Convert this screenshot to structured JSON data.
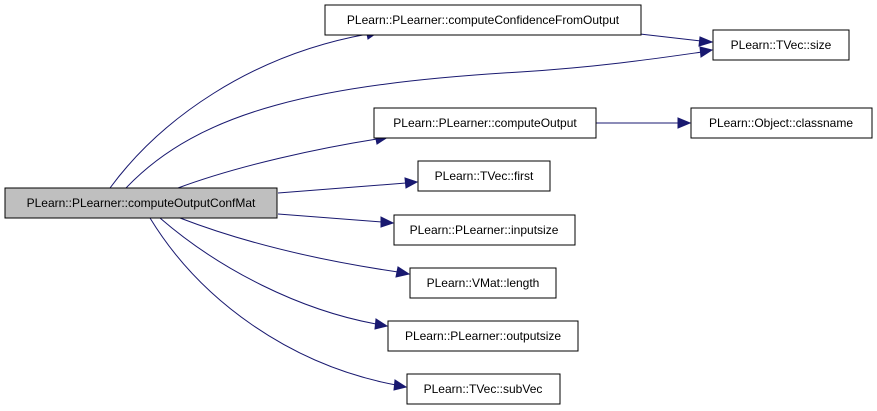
{
  "diagram": {
    "type": "call-graph",
    "colors": {
      "edge": "#191970",
      "node_border": "#000000",
      "node_fill": "#ffffff",
      "root_fill": "#bfbfbf"
    },
    "nodes": [
      {
        "id": "computeOutputConfMat",
        "label": "PLearn::PLearner::computeOutputConfMat"
      },
      {
        "id": "computeConfidenceFromOutput",
        "label": "PLearn::PLearner::computeConfidenceFromOutput"
      },
      {
        "id": "tvec_size",
        "label": "PLearn::TVec::size"
      },
      {
        "id": "computeOutput",
        "label": "PLearn::PLearner::computeOutput"
      },
      {
        "id": "classname",
        "label": "PLearn::Object::classname"
      },
      {
        "id": "tvec_first",
        "label": "PLearn::TVec::first"
      },
      {
        "id": "inputsize",
        "label": "PLearn::PLearner::inputsize"
      },
      {
        "id": "vmat_length",
        "label": "PLearn::VMat::length"
      },
      {
        "id": "outputsize",
        "label": "PLearn::PLearner::outputsize"
      },
      {
        "id": "subVec",
        "label": "PLearn::TVec::subVec"
      }
    ],
    "edges": [
      {
        "from": "computeOutputConfMat",
        "to": "computeConfidenceFromOutput"
      },
      {
        "from": "computeOutputConfMat",
        "to": "tvec_size"
      },
      {
        "from": "computeConfidenceFromOutput",
        "to": "tvec_size"
      },
      {
        "from": "computeOutputConfMat",
        "to": "computeOutput"
      },
      {
        "from": "computeOutput",
        "to": "classname"
      },
      {
        "from": "computeOutputConfMat",
        "to": "tvec_first"
      },
      {
        "from": "computeOutputConfMat",
        "to": "inputsize"
      },
      {
        "from": "computeOutputConfMat",
        "to": "vmat_length"
      },
      {
        "from": "computeOutputConfMat",
        "to": "outputsize"
      },
      {
        "from": "computeOutputConfMat",
        "to": "subVec"
      }
    ]
  }
}
